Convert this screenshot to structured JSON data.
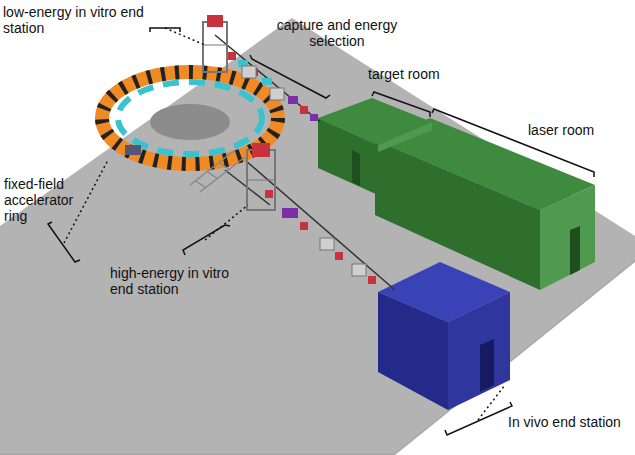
{
  "diagram": {
    "labels": [
      "low-energy in vitro end station",
      "capture and energy selection",
      "target room",
      "laser room",
      "fixed-field accelerator ring",
      "high-energy in vitro end station",
      "In vivo end station"
    ]
  }
}
